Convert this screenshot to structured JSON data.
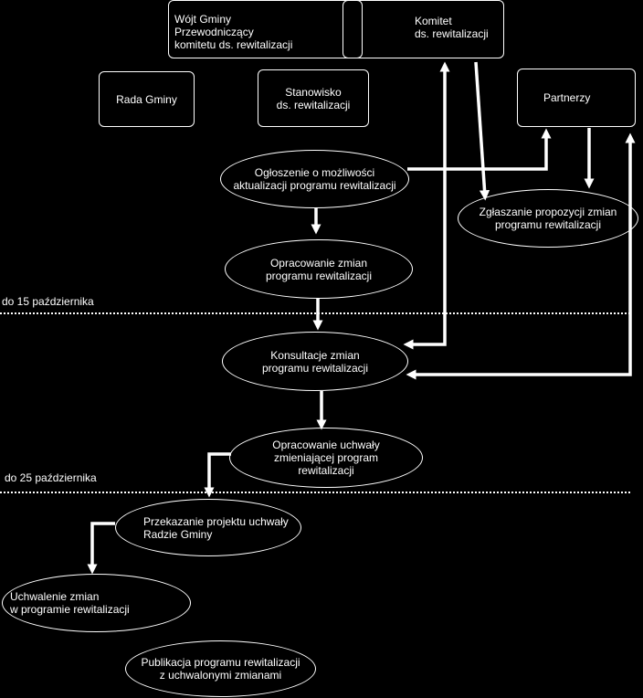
{
  "nodes": {
    "wojt": "Wójt Gminy\nPrzewodniczący\nkomitetu ds. rewitalizacji",
    "komitet": "Komitet\nds. rewitalizacji",
    "rada": "Rada Gminy",
    "stanowisko": "Stanowisko\nds. rewitalizacji",
    "partnerzy": "Partnerzy",
    "ogloszenie": "Ogłoszenie o możliwości\naktualizacji programu rewitalizacji",
    "zglaszanie": "Zgłaszanie propozycji zmian\nprogramu rewitalizacji",
    "opracowanie_zmian": "Opracowanie zmian\nprogramu rewitalizacji",
    "konsultacje": "Konsultacje zmian\nprogramu rewitalizacji",
    "opracowanie_uchwaly": "Opracowanie uchwały\nzmieniającej program\nrewitalizacji",
    "przekazanie": "Przekazanie projektu uchwały\nRadzie Gminy",
    "uchwalenie": "Uchwalenie zmian\nw programie rewitalizacji",
    "publikacja": "Publikacja programu rewitalizacji\nz uchwalonymi zmianami"
  },
  "deadlines": {
    "first": "do 15 października",
    "second": "do 25 października"
  },
  "colors": {
    "background": "#000000",
    "stroke": "#ffffff"
  }
}
